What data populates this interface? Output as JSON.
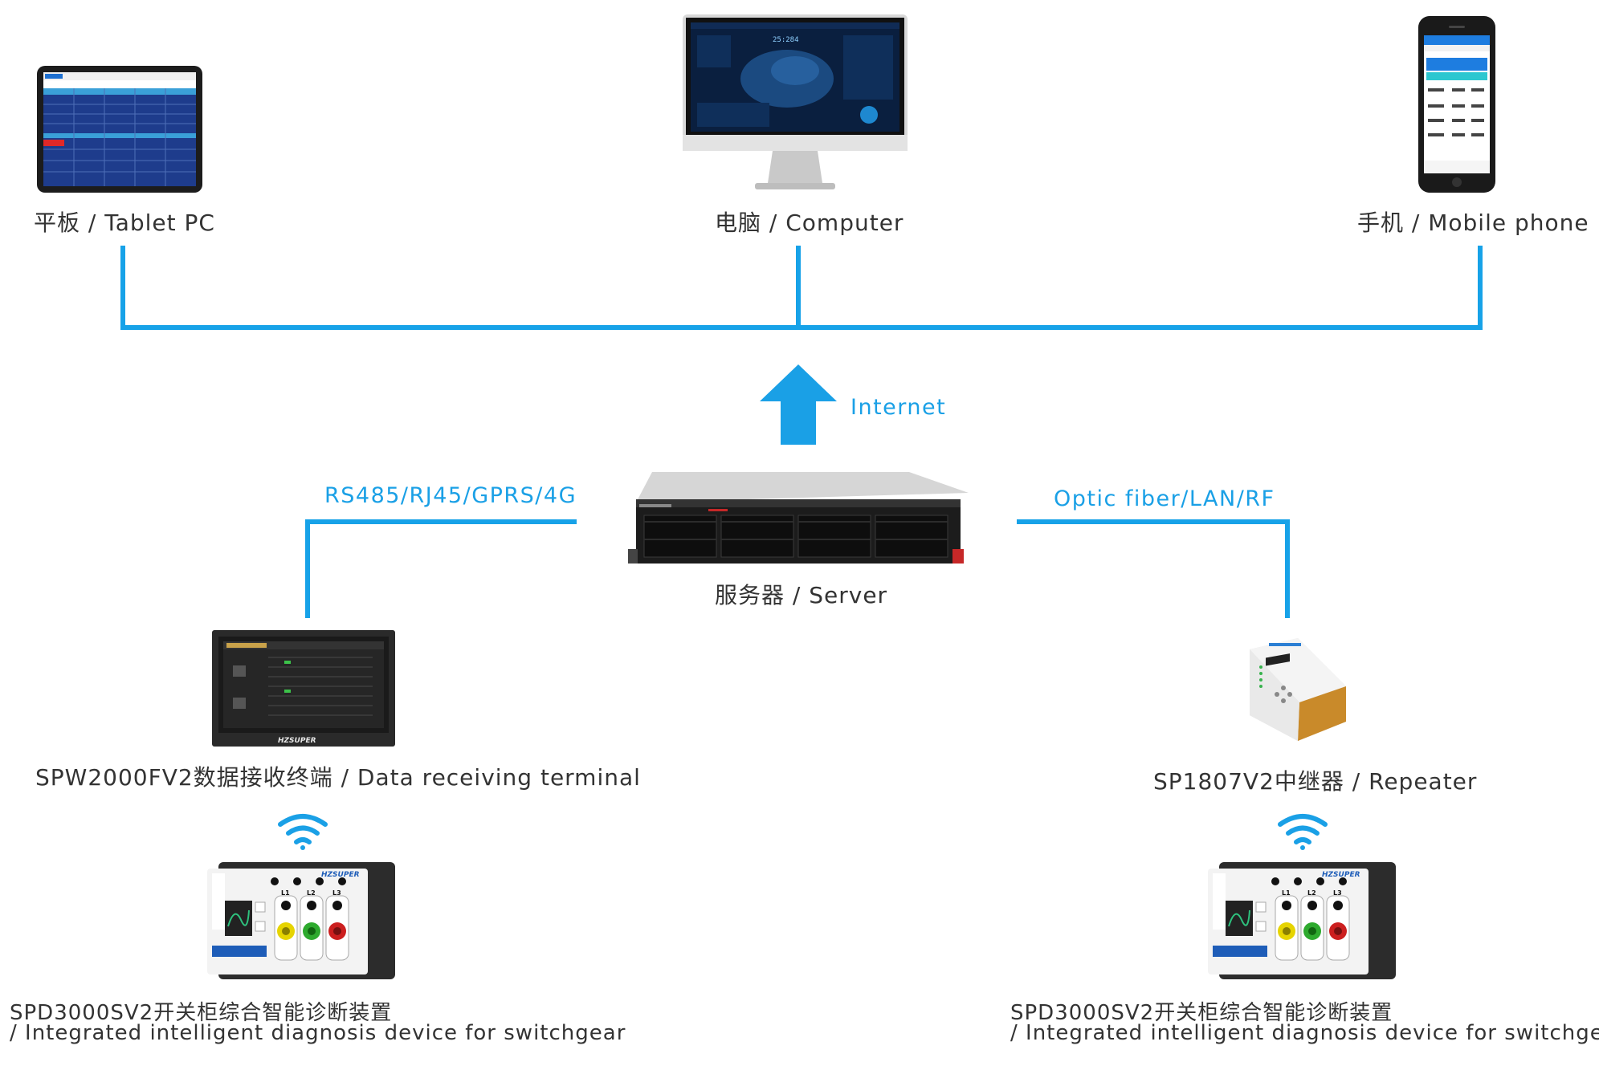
{
  "nodes": {
    "tablet": "平板 / Tablet PC",
    "computer": "电脑 / Computer",
    "mobile": "手机 / Mobile phone",
    "server": "服务器 / Server",
    "terminal": "SPW2000FV2数据接收终端 / Data receiving terminal",
    "repeater": "SP1807V2中继器 / Repeater",
    "device_left": {
      "line1": "SPD3000SV2开关柜综合智能诊断装置",
      "line2": "/ Integrated intelligent diagnosis device for switchgear"
    },
    "device_right": {
      "line1": "SPD3000SV2开关柜综合智能诊断装置",
      "line2": "/ Integrated intelligent diagnosis device for switchgear"
    }
  },
  "links": {
    "internet": "Internet",
    "left_link": "RS485/RJ45/GPRS/4G",
    "right_link": "Optic fiber/LAN/RF"
  },
  "screens": {
    "monitor_clock": "25:284",
    "terminal_brand": "HZSUPER",
    "device_brand": "HZSUPER",
    "device_l1": "L1",
    "device_l2": "L2",
    "device_l3": "L3"
  },
  "colors": {
    "line": "#17a2e8",
    "label": "#1aa0e6",
    "text": "#333333"
  }
}
